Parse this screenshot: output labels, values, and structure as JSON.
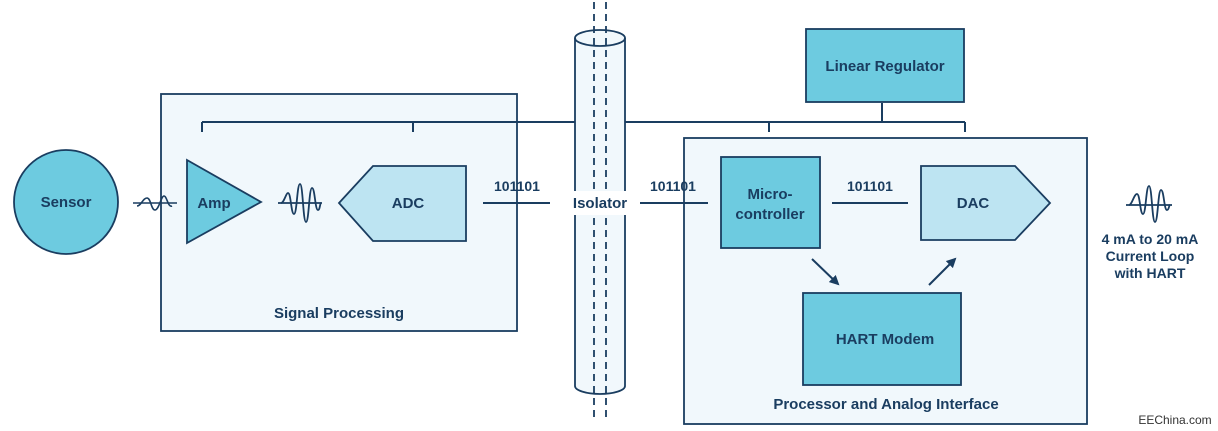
{
  "blocks": {
    "sensor": "Sensor",
    "amp": "Amp",
    "adc": "ADC",
    "isolator": "Isolator",
    "micro_line1": "Micro-",
    "micro_line2": "controller",
    "dac": "DAC",
    "linear_regulator": "Linear Regulator",
    "hart_modem": "HART Modem"
  },
  "groups": {
    "signal_processing": "Signal Processing",
    "processor_interface": "Processor and Analog Interface"
  },
  "signals": {
    "bits_adc_isolator": "101101",
    "bits_isolator_micro": "101101",
    "bits_micro_dac": "101101"
  },
  "output": {
    "line1": "4 mA to 20 mA",
    "line2": "Current Loop",
    "line3": "with HART"
  },
  "watermark": "EEChina.com",
  "colors": {
    "block_fill_dark": "#6dcbe0",
    "block_fill_light": "#bde4f2",
    "group_fill": "#f1f8fc",
    "stroke": "#1a3d60"
  }
}
